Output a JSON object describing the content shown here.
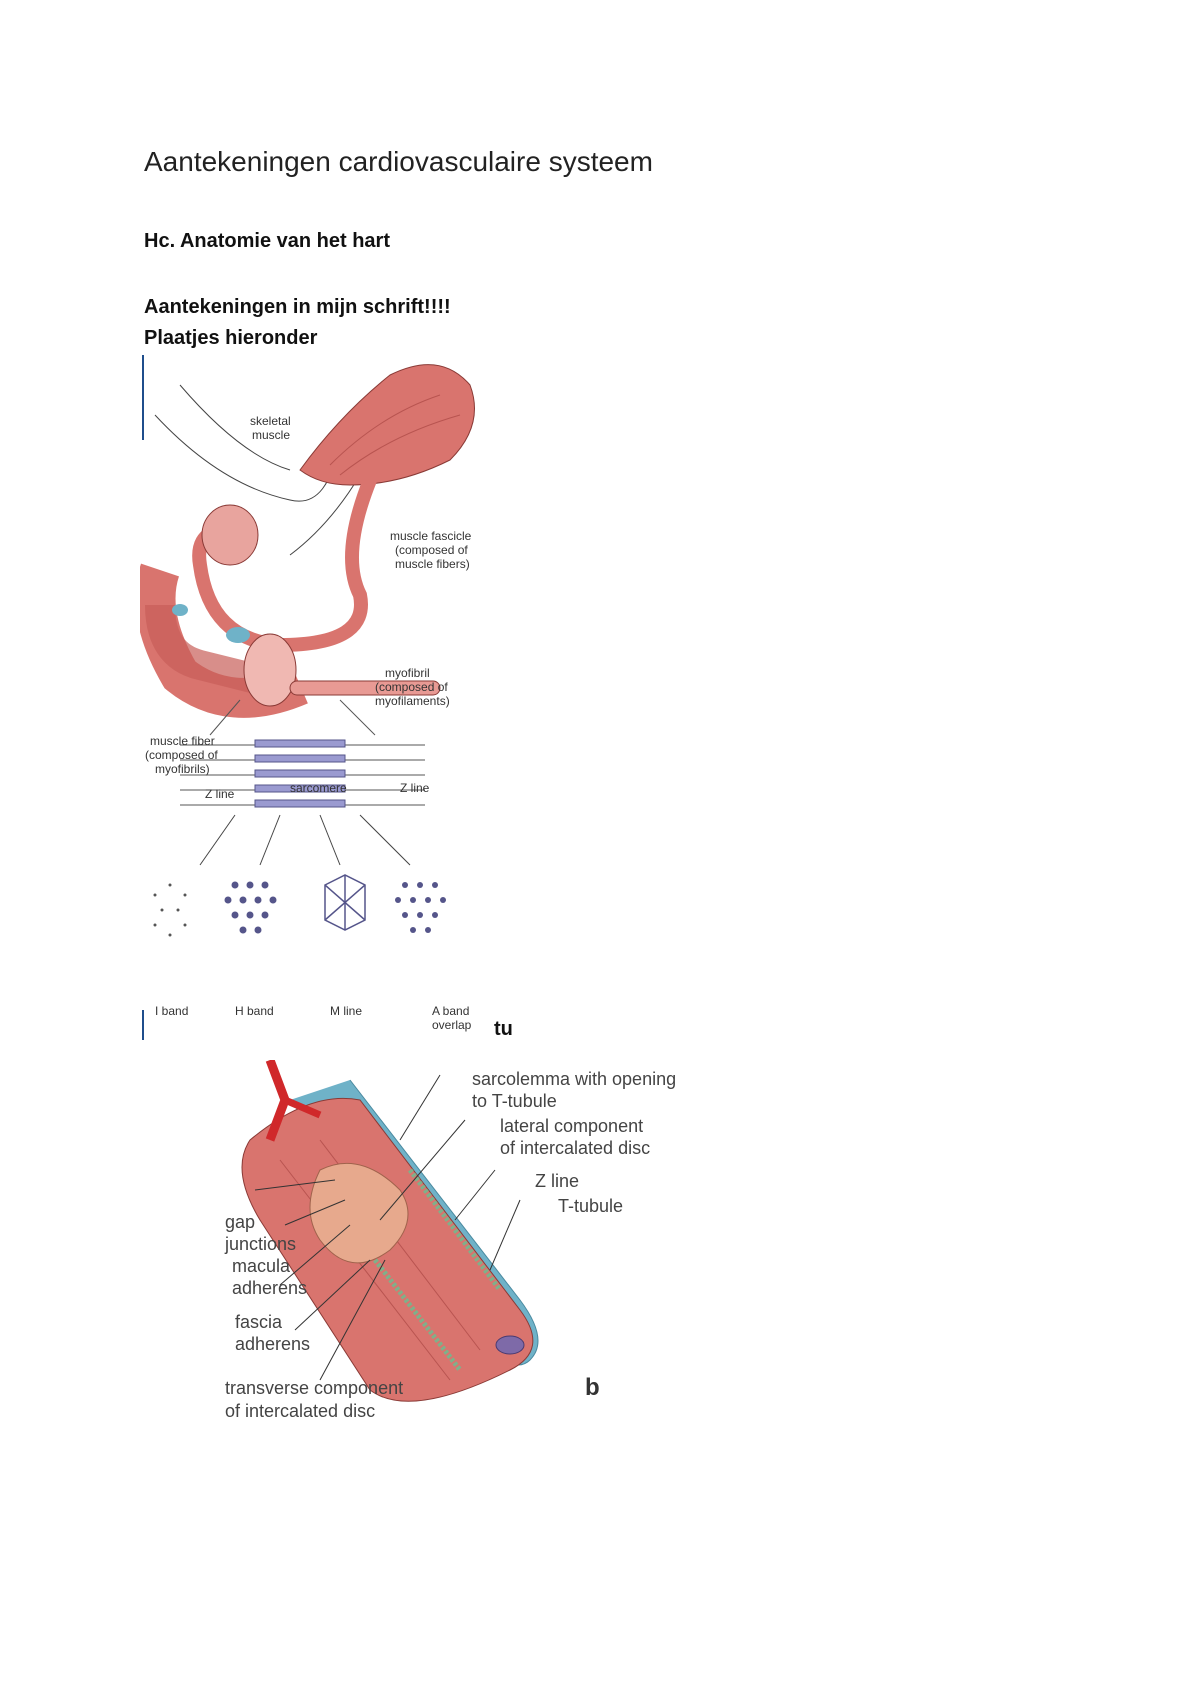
{
  "document": {
    "title": "Aantekeningen cardiovasculaire systeem",
    "subheading": "Hc. Anatomie van het hart",
    "line1": "Aantekeningen in mijn schrift!!!!",
    "line2": "Plaatjes hieronder",
    "stray_text": "tu"
  },
  "figure1": {
    "labels": {
      "skeletal": "skeletal",
      "muscle": "muscle",
      "fascicle1": "muscle fascicle",
      "fascicle2": "(composed of",
      "fascicle3": "muscle fibers)",
      "myofibril1": "myofibril",
      "myofibril2": "(composed of",
      "myofibril3": "myofilaments)",
      "fiber1": "muscle fiber",
      "fiber2": "(composed of",
      "fiber3": "myofibrils)",
      "zline_left": "Z line",
      "sarcomere": "sarcomere",
      "zline_right": "Z line",
      "iband": "I band",
      "hband": "H band",
      "mline": "M line",
      "aband1": "A band",
      "aband2": "overlap"
    }
  },
  "figure2": {
    "labels": {
      "sarcolemma1": "sarcolemma with opening",
      "sarcolemma2": "to T-tubule",
      "lateral1": "lateral component",
      "lateral2": "of intercalated disc",
      "zline": "Z line",
      "ttubule": "T-tubule",
      "gap1": "gap",
      "gap2": "junctions",
      "macula1": "macula",
      "macula2": "adherens",
      "fascia1": "fascia",
      "fascia2": "adherens",
      "transverse1": "transverse component",
      "transverse2": "of intercalated disc",
      "panel": "b"
    }
  },
  "colors": {
    "muscle": "#d9746e",
    "muscle_dark": "#b85450",
    "sarcolemma": "#6fb2c8",
    "filament": "#8888c0",
    "vessel": "#d0282a"
  }
}
